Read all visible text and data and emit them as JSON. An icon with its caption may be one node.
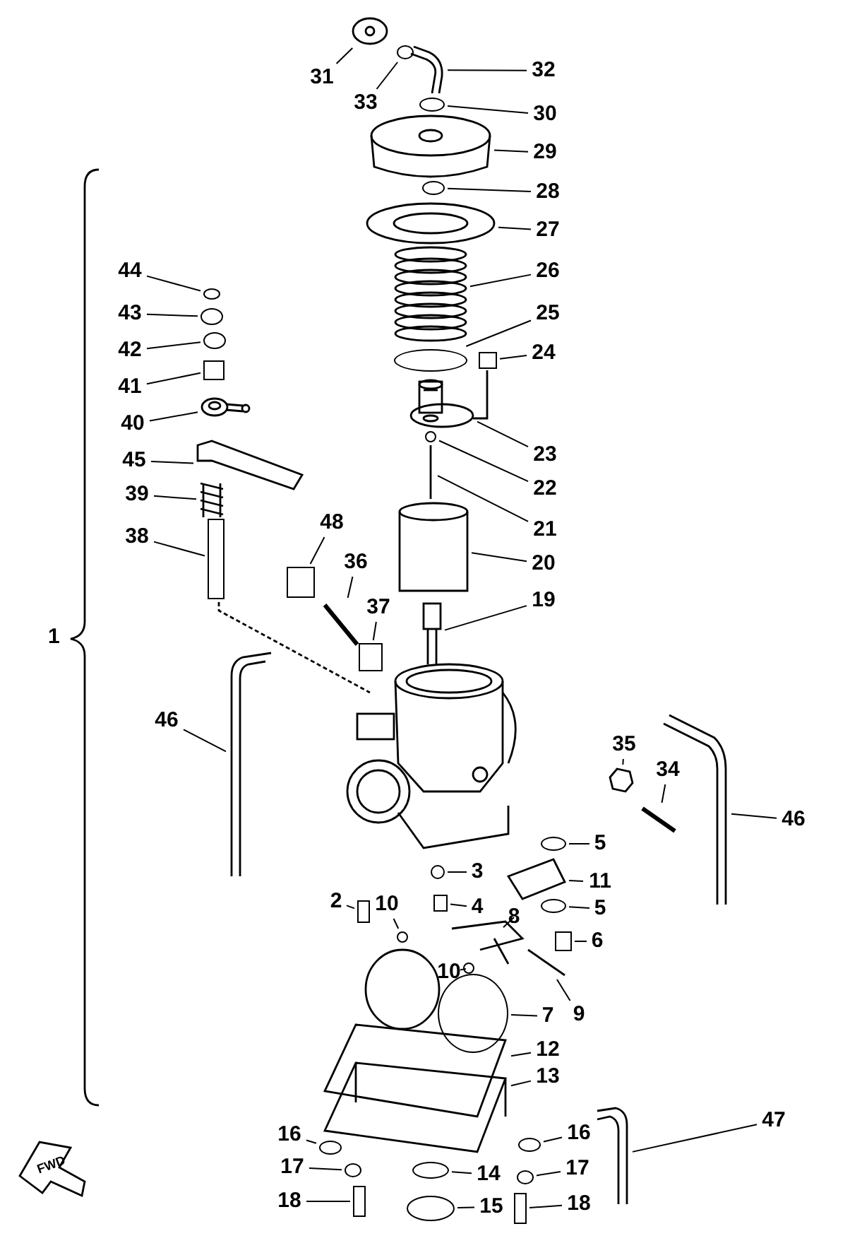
{
  "diagram": {
    "nodes": [
      {
        "text": [
          "31"
        ]
      },
      {
        "text": [
          "33"
        ]
      },
      {
        "text": [
          "32"
        ]
      },
      {
        "text": [
          "30"
        ]
      },
      {
        "text": [
          "29"
        ]
      },
      {
        "text": [
          "28"
        ]
      },
      {
        "text": [
          "27"
        ]
      },
      {
        "text": [
          "26"
        ]
      },
      {
        "text": [
          "25"
        ]
      },
      {
        "text": [
          "24"
        ]
      },
      {
        "text": [
          "23"
        ]
      },
      {
        "text": [
          "22"
        ]
      },
      {
        "text": [
          "21"
        ]
      },
      {
        "text": [
          "20"
        ]
      },
      {
        "text": [
          "19"
        ]
      },
      {
        "text": [
          "44"
        ]
      },
      {
        "text": [
          "43"
        ]
      },
      {
        "text": [
          "42"
        ]
      },
      {
        "text": [
          "41"
        ]
      },
      {
        "text": [
          "40"
        ]
      },
      {
        "text": [
          "45"
        ]
      },
      {
        "text": [
          "39"
        ]
      },
      {
        "text": [
          "38"
        ]
      },
      {
        "text": [
          "48"
        ]
      },
      {
        "text": [
          "36"
        ]
      },
      {
        "text": [
          "37"
        ]
      },
      {
        "text": [
          "46"
        ]
      },
      {
        "text": [
          "35"
        ]
      },
      {
        "text": [
          "34"
        ]
      },
      {
        "text": [
          "46"
        ]
      },
      {
        "text": [
          "5"
        ]
      },
      {
        "text": [
          "3"
        ]
      },
      {
        "text": [
          "11"
        ]
      },
      {
        "text": [
          "2"
        ]
      },
      {
        "text": [
          "10"
        ]
      },
      {
        "text": [
          "4"
        ]
      },
      {
        "text": [
          "5"
        ]
      },
      {
        "text": [
          "8"
        ]
      },
      {
        "text": [
          "6"
        ]
      },
      {
        "text": [
          "10"
        ]
      },
      {
        "text": [
          "9"
        ]
      },
      {
        "text": [
          "7"
        ]
      },
      {
        "text": [
          "12"
        ]
      },
      {
        "text": [
          "13"
        ]
      },
      {
        "text": [
          "47"
        ]
      },
      {
        "text": [
          "16"
        ]
      },
      {
        "text": [
          "16"
        ]
      },
      {
        "text": [
          "17"
        ]
      },
      {
        "text": [
          "17"
        ]
      },
      {
        "text": [
          "14"
        ]
      },
      {
        "text": [
          "15"
        ]
      },
      {
        "text": [
          "18"
        ]
      },
      {
        "text": [
          "18"
        ]
      },
      {
        "text": [],
        "shape": "picture"
      },
      {
        "text": [],
        "shape": "circle"
      },
      {
        "text": [],
        "shape": "picture"
      },
      {
        "text": [],
        "shape": "circle"
      },
      {
        "text": [],
        "shape": "picture"
      },
      {
        "text": [],
        "shape": "circle"
      },
      {
        "text": [],
        "shape": "picture"
      },
      {
        "text": [],
        "shape": "picture"
      },
      {
        "text": [],
        "shape": "circle"
      },
      {
        "text": [],
        "shape": "box"
      },
      {
        "text": [],
        "shape": "picture"
      },
      {
        "text": [],
        "shape": "circle"
      },
      {
        "text": [],
        "shape": "picture"
      },
      {
        "text": [],
        "shape": "cylinder"
      },
      {
        "text": [],
        "shape": "picture"
      },
      {
        "text": [],
        "shape": "circle"
      },
      {
        "text": [],
        "shape": "circle"
      },
      {
        "text": [],
        "shape": "circle"
      },
      {
        "text": [],
        "shape": "box"
      },
      {
        "text": [],
        "shape": "picture"
      },
      {
        "text": [],
        "shape": "picture"
      },
      {
        "text": [],
        "shape": "picture"
      },
      {
        "text": [],
        "shape": "box"
      },
      {
        "text": [],
        "shape": "box"
      },
      {
        "text": [],
        "shape": "picture"
      },
      {
        "text": [],
        "shape": "box"
      },
      {
        "text": [],
        "shape": "picture"
      },
      {
        "text": [],
        "shape": "picture"
      },
      {
        "text": [],
        "shape": "picture"
      },
      {
        "text": [],
        "shape": "picture"
      },
      {
        "text": [],
        "shape": "circle"
      },
      {
        "text": [],
        "shape": "circle"
      },
      {
        "text": [],
        "shape": "picture"
      },
      {
        "text": [],
        "shape": "box"
      },
      {
        "text": [],
        "shape": "circle"
      },
      {
        "text": [],
        "shape": "box"
      },
      {
        "text": [],
        "shape": "circle"
      },
      {
        "text": [],
        "shape": "picture"
      },
      {
        "text": [],
        "shape": "box"
      },
      {
        "text": [],
        "shape": "circle"
      },
      {
        "text": [],
        "shape": "picture"
      },
      {
        "text": [],
        "shape": "circle"
      },
      {
        "text": [],
        "shape": "picture"
      },
      {
        "text": [],
        "shape": "picture"
      },
      {
        "text": [],
        "shape": "picture"
      },
      {
        "text": [],
        "shape": "circle"
      },
      {
        "text": [],
        "shape": "circle"
      },
      {
        "text": [],
        "shape": "circle"
      },
      {
        "text": [],
        "shape": "circle"
      },
      {
        "text": [],
        "shape": "circle"
      },
      {
        "text": [],
        "shape": "circle"
      },
      {
        "text": [],
        "shape": "box"
      },
      {
        "text": [],
        "shape": "box"
      }
    ],
    "edges": [
      {
        "from": 0,
        "to": 53,
        "arrow": "none"
      },
      {
        "from": 1,
        "to": 54,
        "arrow": "none"
      },
      {
        "from": 2,
        "to": 55,
        "arrow": "none"
      },
      {
        "from": 3,
        "to": 56,
        "arrow": "none"
      },
      {
        "from": 4,
        "to": 57,
        "arrow": "none"
      },
      {
        "from": 5,
        "to": 58,
        "arrow": "none"
      },
      {
        "from": 6,
        "to": 59,
        "arrow": "none"
      },
      {
        "from": 7,
        "to": 60,
        "arrow": "none"
      },
      {
        "from": 8,
        "to": 61,
        "arrow": "none"
      },
      {
        "from": 9,
        "to": 62,
        "arrow": "none"
      },
      {
        "from": 10,
        "to": 63,
        "arrow": "none"
      },
      {
        "from": 11,
        "to": 64,
        "arrow": "none"
      },
      {
        "from": 12,
        "to": 65,
        "arrow": "none"
      },
      {
        "from": 13,
        "to": 66,
        "arrow": "none"
      },
      {
        "from": 14,
        "to": 67,
        "arrow": "none"
      },
      {
        "from": 15,
        "to": 68,
        "arrow": "none"
      },
      {
        "from": 16,
        "to": 69,
        "arrow": "none"
      },
      {
        "from": 17,
        "to": 70,
        "arrow": "none"
      },
      {
        "from": 18,
        "to": 71,
        "arrow": "none"
      },
      {
        "from": 19,
        "to": 72,
        "arrow": "none"
      },
      {
        "from": 20,
        "to": 73,
        "arrow": "none"
      },
      {
        "from": 21,
        "to": 74,
        "arrow": "none"
      },
      {
        "from": 22,
        "to": 75,
        "arrow": "none"
      },
      {
        "from": 23,
        "to": 76,
        "arrow": "none"
      },
      {
        "from": 24,
        "to": 77,
        "arrow": "none"
      },
      {
        "from": 25,
        "to": 78,
        "arrow": "none"
      },
      {
        "from": 26,
        "to": 79,
        "arrow": "none"
      },
      {
        "from": 27,
        "to": 80,
        "arrow": "none"
      },
      {
        "from": 28,
        "to": 81,
        "arrow": "none"
      },
      {
        "from": 29,
        "to": 82,
        "arrow": "none"
      },
      {
        "from": 30,
        "to": 83,
        "arrow": "none"
      },
      {
        "from": 31,
        "to": 84,
        "arrow": "none"
      },
      {
        "from": 32,
        "to": 85,
        "arrow": "none"
      },
      {
        "from": 33,
        "to": 86,
        "arrow": "none"
      },
      {
        "from": 34,
        "to": 87,
        "arrow": "none"
      },
      {
        "from": 35,
        "to": 88,
        "arrow": "none"
      },
      {
        "from": 36,
        "to": 89,
        "arrow": "none"
      },
      {
        "from": 37,
        "to": 90,
        "arrow": "none"
      },
      {
        "from": 38,
        "to": 91,
        "arrow": "none"
      },
      {
        "from": 39,
        "to": 92,
        "arrow": "none"
      },
      {
        "from": 40,
        "to": 93,
        "arrow": "none"
      },
      {
        "from": 41,
        "to": 94,
        "arrow": "none"
      },
      {
        "from": 42,
        "to": 95,
        "arrow": "none"
      },
      {
        "from": 43,
        "to": 96,
        "arrow": "none"
      },
      {
        "from": 44,
        "to": 97,
        "arrow": "none"
      },
      {
        "from": 45,
        "to": 98,
        "arrow": "none"
      },
      {
        "from": 46,
        "to": 99,
        "arrow": "none"
      },
      {
        "from": 47,
        "to": 100,
        "arrow": "none"
      },
      {
        "from": 48,
        "to": 101,
        "arrow": "none"
      },
      {
        "from": 49,
        "to": 102,
        "arrow": "none"
      },
      {
        "from": 50,
        "to": 103,
        "arrow": "none"
      },
      {
        "from": 51,
        "to": 104,
        "arrow": "none"
      },
      {
        "from": 52,
        "to": 105,
        "arrow": "none"
      },
      {
        "from": 62,
        "to": 63,
        "arrow": "none"
      }
    ],
    "labels": [
      "1",
      "FWD"
    ]
  }
}
